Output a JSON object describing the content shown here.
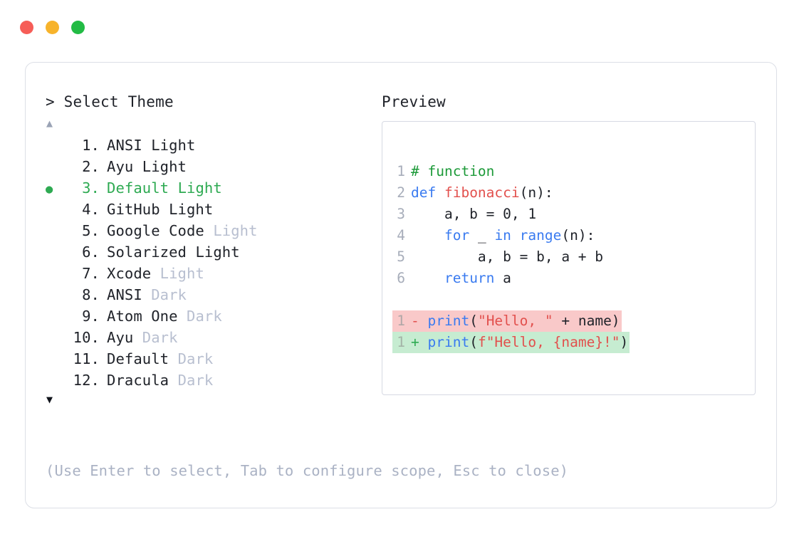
{
  "window": {
    "dots": [
      {
        "name": "close",
        "color": "#f65d57"
      },
      {
        "name": "minimize",
        "color": "#f7b32b"
      },
      {
        "name": "maximize",
        "color": "#22bb44"
      }
    ]
  },
  "prompt": {
    "heading": "> Select Theme",
    "scroll_up": "▲",
    "scroll_down": "▼",
    "selected_index": 3,
    "bullet": "●"
  },
  "themes": [
    {
      "num": "1.",
      "name": "ANSI",
      "suffix": "Light",
      "suffix_style": "dark",
      "selected": false
    },
    {
      "num": "2.",
      "name": "Ayu",
      "suffix": "Light",
      "suffix_style": "dark",
      "selected": false
    },
    {
      "num": "3.",
      "name": "Default",
      "suffix": "Light",
      "suffix_style": "dark",
      "selected": true
    },
    {
      "num": "4.",
      "name": "GitHub",
      "suffix": "Light",
      "suffix_style": "dark",
      "selected": false
    },
    {
      "num": "5.",
      "name": "Google Code",
      "suffix": "Light",
      "suffix_style": "dim",
      "selected": false
    },
    {
      "num": "6.",
      "name": "Solarized",
      "suffix": "Light",
      "suffix_style": "dark",
      "selected": false
    },
    {
      "num": "7.",
      "name": "Xcode",
      "suffix": "Light",
      "suffix_style": "dim",
      "selected": false
    },
    {
      "num": "8.",
      "name": "ANSI",
      "suffix": "Dark",
      "suffix_style": "dim",
      "selected": false
    },
    {
      "num": "9.",
      "name": "Atom One",
      "suffix": "Dark",
      "suffix_style": "dim",
      "selected": false
    },
    {
      "num": "10.",
      "name": "Ayu",
      "suffix": "Dark",
      "suffix_style": "dim",
      "selected": false
    },
    {
      "num": "11.",
      "name": "Default",
      "suffix": "Dark",
      "suffix_style": "dim",
      "selected": false
    },
    {
      "num": "12.",
      "name": "Dracula",
      "suffix": "Dark",
      "suffix_style": "dim",
      "selected": false
    }
  ],
  "preview": {
    "heading": "Preview",
    "code_lines": [
      {
        "ln": "1",
        "tokens": [
          {
            "t": "# function",
            "c": "comment"
          }
        ]
      },
      {
        "ln": "2",
        "tokens": [
          {
            "t": "def ",
            "c": "kw"
          },
          {
            "t": "fibonacci",
            "c": "fn"
          },
          {
            "t": "(n):",
            "c": "plain"
          }
        ]
      },
      {
        "ln": "3",
        "tokens": [
          {
            "t": "    a, b = 0, 1",
            "c": "plain"
          }
        ]
      },
      {
        "ln": "4",
        "tokens": [
          {
            "t": "    ",
            "c": "plain"
          },
          {
            "t": "for",
            "c": "kw"
          },
          {
            "t": " _ ",
            "c": "plain"
          },
          {
            "t": "in",
            "c": "kw"
          },
          {
            "t": " ",
            "c": "plain"
          },
          {
            "t": "range",
            "c": "kw"
          },
          {
            "t": "(n):",
            "c": "plain"
          }
        ]
      },
      {
        "ln": "5",
        "tokens": [
          {
            "t": "        a, b = b, a + b",
            "c": "plain"
          }
        ]
      },
      {
        "ln": "6",
        "tokens": [
          {
            "t": "    ",
            "c": "plain"
          },
          {
            "t": "return",
            "c": "kw"
          },
          {
            "t": " a",
            "c": "plain"
          }
        ]
      }
    ],
    "diff_lines": [
      {
        "ln": "1",
        "kind": "del",
        "sign": "-",
        "tokens": [
          {
            "t": "print",
            "c": "kw"
          },
          {
            "t": "(",
            "c": "plain"
          },
          {
            "t": "\"Hello, \"",
            "c": "str"
          },
          {
            "t": " + name)",
            "c": "plain"
          }
        ]
      },
      {
        "ln": "1",
        "kind": "add",
        "sign": "+",
        "tokens": [
          {
            "t": "print",
            "c": "kw"
          },
          {
            "t": "(",
            "c": "plain"
          },
          {
            "t": "f\"Hello, {name}!\"",
            "c": "str"
          },
          {
            "t": ")",
            "c": "plain"
          }
        ]
      }
    ]
  },
  "footer": {
    "hint": "(Use Enter to select, Tab to configure scope, Esc to close)"
  },
  "colors": {
    "accent_green": "#2eaa52",
    "keyword_blue": "#3a7bf0",
    "string_red": "#e2504d",
    "comment_green": "#1d9a39",
    "diff_del_bg": "#f9c9c9",
    "diff_add_bg": "#c6ecd1",
    "dim_text": "#b8bfd0",
    "border": "#dcdfe6"
  }
}
